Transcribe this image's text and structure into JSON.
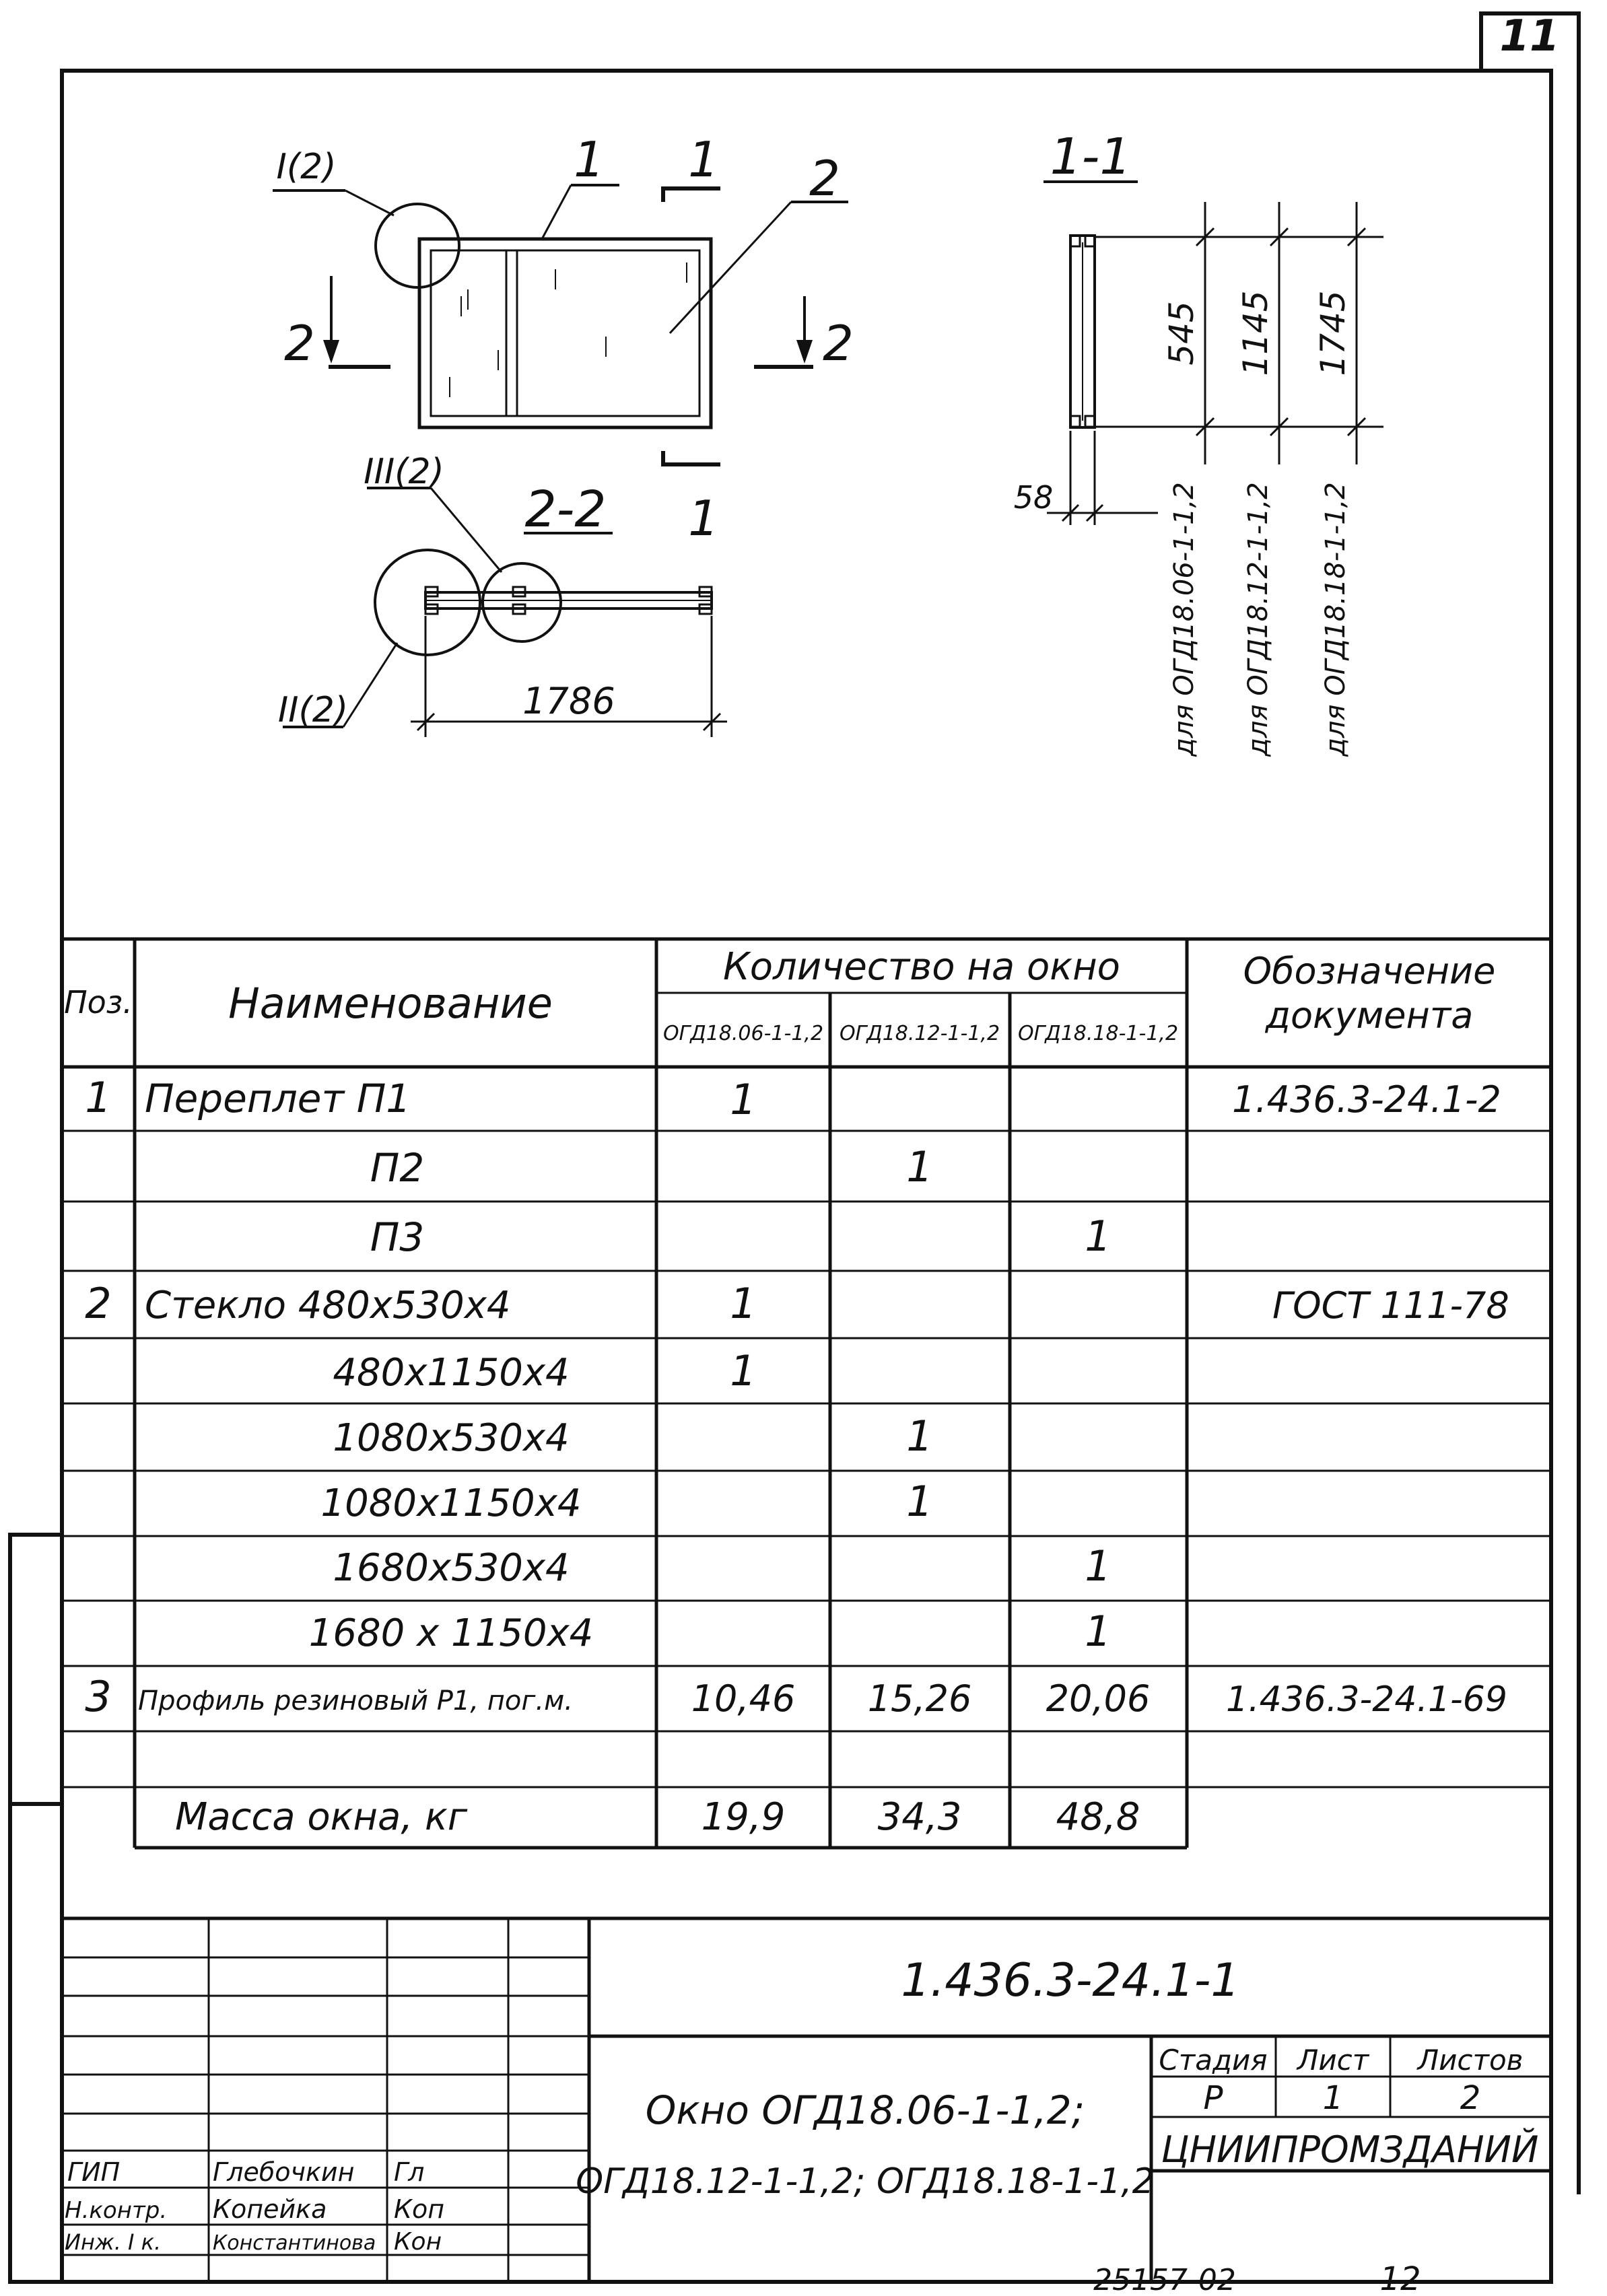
{
  "sheet": {
    "page_number_top": "11",
    "footer_number": "25157-02",
    "footer_page": "12"
  },
  "drawing": {
    "plan": {
      "callout_I": "I(2)",
      "pos_1": "1",
      "section_mark_1": "1",
      "pos_2": "2",
      "section_mark_2_left": "2",
      "section_mark_2_right": "2",
      "section_mark_1_bottom": "1"
    },
    "section_2_2": {
      "title": "2-2",
      "callout_III": "III(2)",
      "callout_II": "II(2)",
      "width_dim": "1786"
    },
    "section_1_1": {
      "title": "1-1",
      "depth_dim": "58",
      "heights": [
        {
          "value": "545",
          "label": "для ОГД18.06-1-1,2"
        },
        {
          "value": "1145",
          "label": "для ОГД18.12-1-1,2"
        },
        {
          "value": "1745",
          "label": "для ОГД18.18-1-1,2"
        }
      ]
    }
  },
  "spec_table": {
    "header": {
      "pos": "Поз.",
      "name": "Наименование",
      "qty_group": "Количество на окно",
      "qty_cols": [
        "ОГД18.06-1-1,2",
        "ОГД18.12-1-1,2",
        "ОГД18.18-1-1,2"
      ],
      "doc": "Обозначение документа"
    },
    "rows": [
      {
        "pos": "1",
        "name": "Переплет П1",
        "q1": "1",
        "q2": "",
        "q3": "",
        "doc": "1.436.3-24.1-2"
      },
      {
        "pos": "",
        "name": "П2",
        "q1": "",
        "q2": "1",
        "q3": "",
        "doc": ""
      },
      {
        "pos": "",
        "name": "П3",
        "q1": "",
        "q2": "",
        "q3": "1",
        "doc": ""
      },
      {
        "pos": "2",
        "name": "Стекло 480х530х4",
        "q1": "1",
        "q2": "",
        "q3": "",
        "doc": "ГОСТ 111-78"
      },
      {
        "pos": "",
        "name": "480х1150х4",
        "q1": "1",
        "q2": "",
        "q3": "",
        "doc": ""
      },
      {
        "pos": "",
        "name": "1080х530х4",
        "q1": "",
        "q2": "1",
        "q3": "",
        "doc": ""
      },
      {
        "pos": "",
        "name": "1080х1150х4",
        "q1": "",
        "q2": "1",
        "q3": "",
        "doc": ""
      },
      {
        "pos": "",
        "name": "1680х530х4",
        "q1": "",
        "q2": "",
        "q3": "1",
        "doc": ""
      },
      {
        "pos": "",
        "name": "1680 х 1150х4",
        "q1": "",
        "q2": "",
        "q3": "1",
        "doc": ""
      },
      {
        "pos": "3",
        "name": "Профиль резиновый Р1, пог.м.",
        "q1": "10,46",
        "q2": "15,26",
        "q3": "20,06",
        "doc": "1.436.3-24.1-69"
      },
      {
        "pos": "",
        "name": "",
        "q1": "",
        "q2": "",
        "q3": "",
        "doc": ""
      },
      {
        "pos": "",
        "name": "Масса окна, кг",
        "q1": "19,9",
        "q2": "34,3",
        "q3": "48,8",
        "doc": ""
      }
    ]
  },
  "title_block": {
    "code": "1.436.3-24.1-1",
    "title_line1": "Окно ОГД18.06-1-1,2;",
    "title_line2": "ОГД18.12-1-1,2; ОГД18.18-1-1,2",
    "stage_label": "Стадия",
    "sheet_label": "Лист",
    "sheets_label": "Листов",
    "stage_value": "Р",
    "sheet_value": "1",
    "sheets_value": "2",
    "org": "ЦНИИПРОМЗДАНИЙ",
    "signatures": [
      {
        "role": "ГИП",
        "name": "Глебочкин",
        "sign": "Гл"
      },
      {
        "role": "Н.контр.",
        "name": "Копейка",
        "sign": "Коп"
      },
      {
        "role": "Инж. I к.",
        "name": "Константинова",
        "sign": "Кон"
      }
    ]
  }
}
